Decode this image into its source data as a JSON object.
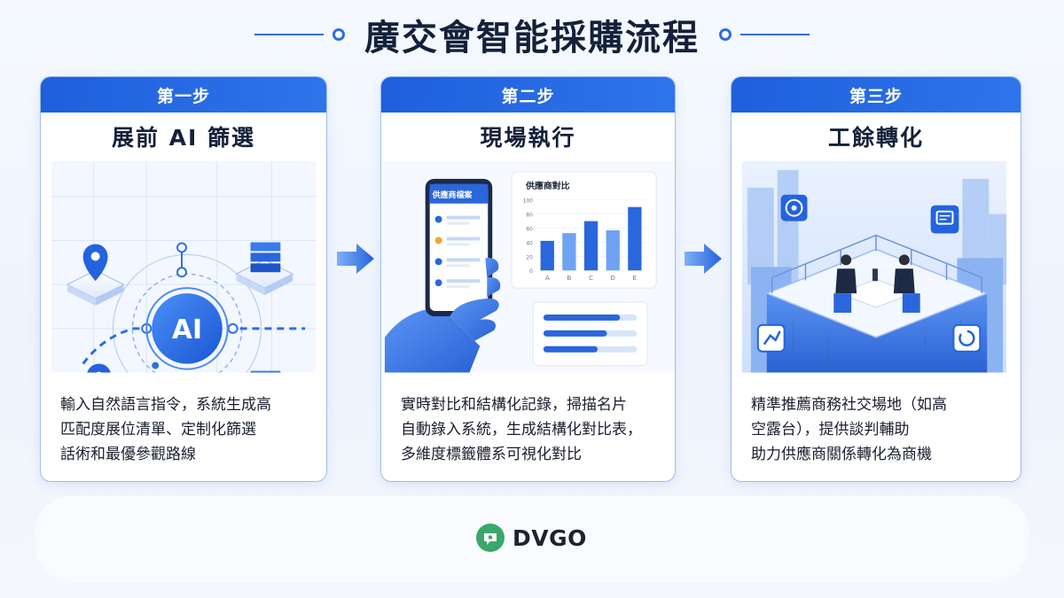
{
  "title": "廣交會智能採購流程",
  "brand": {
    "name": "DVGO",
    "logo_icon": "chat-bubble-icon",
    "logo_color": "#3aa86b"
  },
  "colors": {
    "accent": "#2465e0",
    "accent_light": "#6ea2f3",
    "border": "#9cbcef"
  },
  "steps": [
    {
      "step_label": "第一步",
      "title": "展前 AI 篩選",
      "art": {
        "hub_label": "AI",
        "icons": [
          "location-pin-icon",
          "server-stack-icon",
          "package-cube-icon"
        ]
      },
      "desc_lines": [
        "輸入自然語言指令，系統生成高",
        "匹配度展位清單、定制化篩選",
        "話術和最優參觀路線"
      ]
    },
    {
      "step_label": "第二步",
      "title": "現場執行",
      "art": {
        "phone_header": "供應商檔案",
        "chart_data": {
          "type": "bar",
          "title": "供應商對比",
          "categories": [
            "A",
            "B",
            "C",
            "D",
            "E"
          ],
          "values": [
            42,
            53,
            70,
            57,
            90
          ],
          "yticks": [
            "0",
            "20",
            "40",
            "60",
            "80",
            "100"
          ],
          "ylim": [
            0,
            100
          ],
          "xlabel": "",
          "ylabel": ""
        },
        "progress_bars": [
          0.82,
          0.68,
          0.58
        ]
      },
      "desc_lines": [
        "實時對比和結構化記錄，掃描名片",
        "自動錄入系統，生成結構化對比表，",
        "多維度標籤體系可視化對比"
      ]
    },
    {
      "step_label": "第三步",
      "title": "工餘轉化",
      "art": {
        "icons": [
          "target-icon",
          "chat-icon",
          "refresh-icon",
          "trend-icon"
        ]
      },
      "desc_lines": [
        "精準推薦商務社交場地（如高",
        "空露台），提供談判輔助",
        "助力供應商關係轉化為商機"
      ]
    }
  ]
}
